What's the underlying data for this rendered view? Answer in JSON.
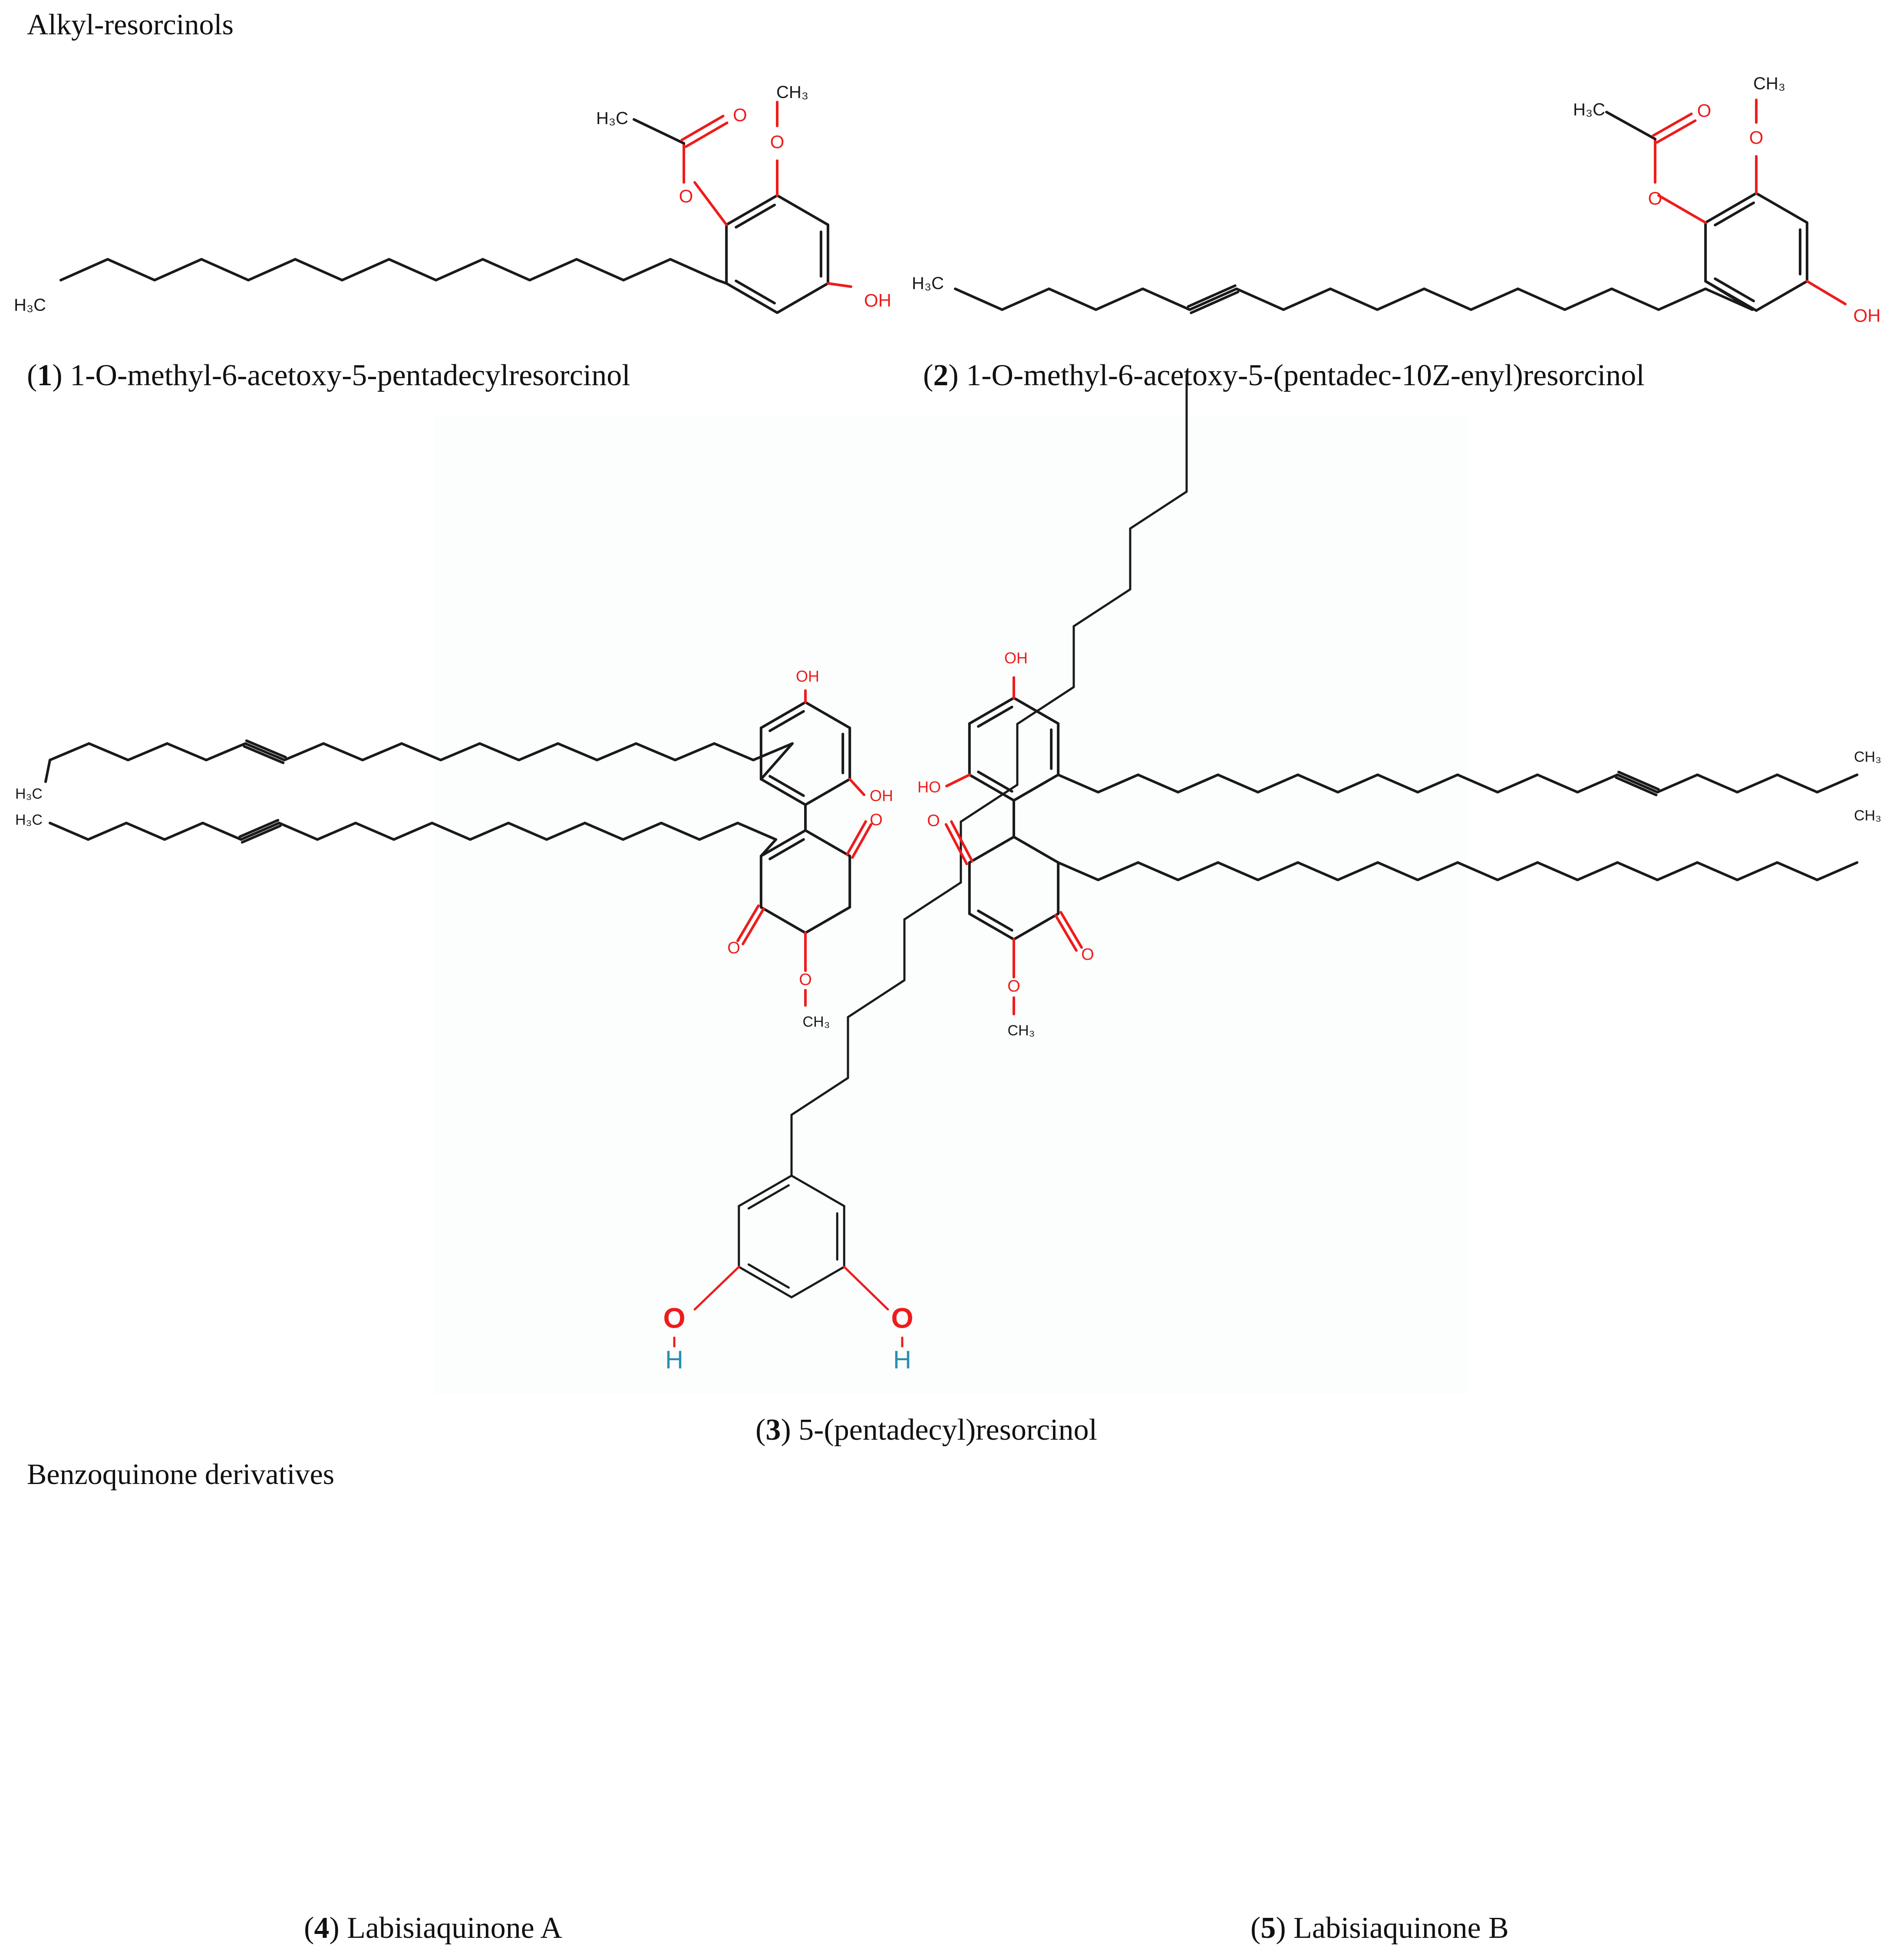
{
  "headings": {
    "alkyl": "Alkyl-resorcinols",
    "benzoquinone": "Benzoquinone derivatives"
  },
  "compounds": [
    {
      "number": "1",
      "name": "1-O-methyl-6-acetoxy-5-pentadecylresorcinol"
    },
    {
      "number": "2",
      "name": "1-O-methyl-6-acetoxy-5-(pentadec-10Z-enyl)resorcinol"
    },
    {
      "number": "3",
      "name": "5-(pentadecyl)resorcinol"
    },
    {
      "number": "4",
      "name": "Labisiaquinone A"
    },
    {
      "number": "5",
      "name": "Labisiaquinone B"
    }
  ],
  "atom_labels": {
    "methyl": "H₃C",
    "methyl_right": "CH₃",
    "carbonyl_oxygen": "O",
    "ester_oxygen": "O",
    "ether_oxygen": "O",
    "hydroxyl": "OH",
    "hydroxyl_left": "HO",
    "hydrogen": "H"
  },
  "colors": {
    "carbon_bond": "#1a1a1a",
    "oxygen": "#ee1c1c",
    "hydrogen": "#2a8fb0",
    "text": "#111111"
  }
}
